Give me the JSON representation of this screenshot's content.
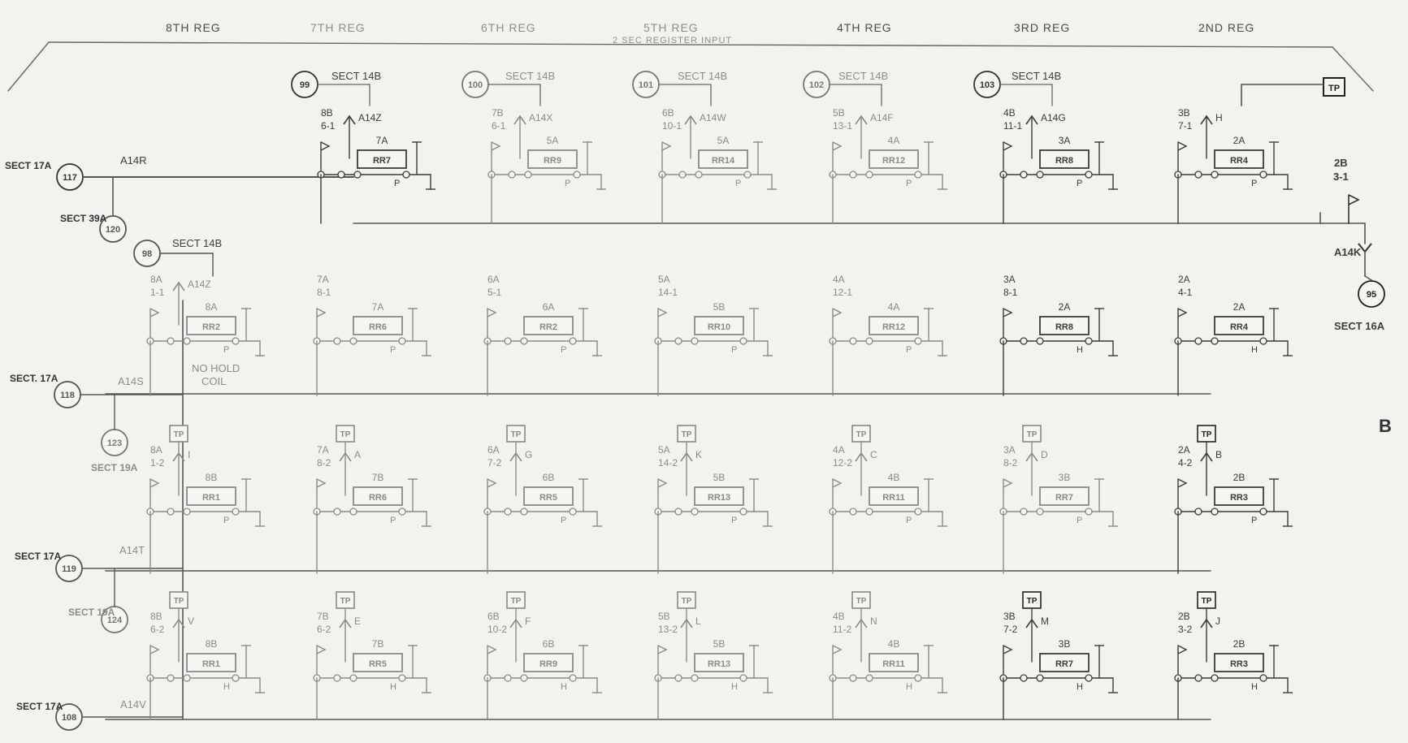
{
  "header": {
    "regs": [
      "8TH REG",
      "7TH REG",
      "6TH REG",
      "5TH REG",
      "4TH REG",
      "3RD REG",
      "2ND REG"
    ],
    "subtitle": "2 SEC REGISTER INPUT"
  },
  "sheet_letter": "B",
  "sect_14b": "SECT 14B",
  "sect_14b_circles": [
    "99",
    "100",
    "101",
    "102",
    "103"
  ],
  "tp": "TP",
  "left_sects": [
    {
      "label": "SECT 17A",
      "circle": "117",
      "tap": "A14R"
    },
    {
      "label": "SECT 39A",
      "circle": "120"
    },
    {
      "label": "SECT 14B",
      "circle": "98"
    },
    {
      "label": "SECT. 17A",
      "circle": "118",
      "tap": "A14S"
    },
    {
      "label": "SECT 19A",
      "circle": "123"
    },
    {
      "label": "SECT 17A",
      "circle": "119",
      "tap": "A14T"
    },
    {
      "label": "SECT 19A",
      "circle": "124"
    },
    {
      "label": "SECT 17A",
      "circle": "108",
      "tap": "A14V"
    }
  ],
  "right_side": {
    "tap": "A14K",
    "circle": "95",
    "sect": "SECT 16A",
    "contact": [
      "2B",
      "3-1"
    ]
  },
  "no_hold": [
    "NO HOLD",
    "COIL"
  ],
  "row1": [
    {
      "top": "8B",
      "sub": "6-1",
      "tap": "A14Z",
      "relay_top": "7A",
      "relay": "RR7"
    },
    {
      "top": "7B",
      "sub": "6-1",
      "tap": "A14X",
      "relay_top": "5A",
      "relay": "RR9"
    },
    {
      "top": "6B",
      "sub": "10-1",
      "tap": "A14W",
      "relay_top": "5A",
      "relay": "RR14"
    },
    {
      "top": "5B",
      "sub": "13-1",
      "tap": "A14F",
      "relay_top": "4A",
      "relay": "RR12"
    },
    {
      "top": "4B",
      "sub": "11-1",
      "tap": "A14G",
      "relay_top": "3A",
      "relay": "RR8"
    },
    {
      "top": "3B",
      "sub": "7-1",
      "tap": "H",
      "relay_top": "2A",
      "relay": "RR4"
    }
  ],
  "row2": [
    {
      "top": "8A",
      "sub": "1-1",
      "tap": "A14Z",
      "relay_top": "8A",
      "relay": "RR2"
    },
    {
      "top": "7A",
      "sub": "8-1",
      "relay_top": "7A",
      "relay": "RR6"
    },
    {
      "top": "6A",
      "sub": "5-1",
      "relay_top": "6A",
      "relay": "RR2"
    },
    {
      "top": "5A",
      "sub": "14-1",
      "relay_top": "5B",
      "relay": "RR10"
    },
    {
      "top": "4A",
      "sub": "12-1",
      "relay_top": "4A",
      "relay": "RR12"
    },
    {
      "top": "3A",
      "sub": "8-1",
      "relay_top": "2A",
      "relay": "RR8"
    },
    {
      "top": "2A",
      "sub": "4-1",
      "relay_top": "2A",
      "relay": "RR4"
    }
  ],
  "row3": [
    {
      "top": "8A",
      "sub": "1-2",
      "tap": "I",
      "relay_top": "8B",
      "relay": "RR1"
    },
    {
      "top": "7A",
      "sub": "8-2",
      "tap": "A",
      "relay_top": "7B",
      "relay": "RR6"
    },
    {
      "top": "6A",
      "sub": "7-2",
      "tap": "G",
      "relay_top": "6B",
      "relay": "RR5"
    },
    {
      "top": "5A",
      "sub": "14-2",
      "tap": "K",
      "relay_top": "5B",
      "relay": "RR13"
    },
    {
      "top": "4A",
      "sub": "12-2",
      "tap": "C",
      "relay_top": "4B",
      "relay": "RR11"
    },
    {
      "top": "3A",
      "sub": "8-2",
      "tap": "D",
      "relay_top": "3B",
      "relay": "RR7"
    },
    {
      "top": "2A",
      "sub": "4-2",
      "tap": "B",
      "relay_top": "2B",
      "relay": "RR3"
    }
  ],
  "row4": [
    {
      "top": "8B",
      "sub": "6-2",
      "tap": "V",
      "relay_top": "8B",
      "relay": "RR1"
    },
    {
      "top": "7B",
      "sub": "6-2",
      "tap": "E",
      "relay_top": "7B",
      "relay": "RR5"
    },
    {
      "top": "6B",
      "sub": "10-2",
      "tap": "F",
      "relay_top": "6B",
      "relay": "RR9"
    },
    {
      "top": "5B",
      "sub": "13-2",
      "tap": "L",
      "relay_top": "5B",
      "relay": "RR13"
    },
    {
      "top": "4B",
      "sub": "11-2",
      "tap": "N",
      "relay_top": "4B",
      "relay": "RR11"
    },
    {
      "top": "3B",
      "sub": "7-2",
      "tap": "M",
      "relay_top": "3B",
      "relay": "RR7"
    },
    {
      "top": "2B",
      "sub": "3-2",
      "tap": "J",
      "relay_top": "2B",
      "relay": "RR3"
    }
  ],
  "coil_letters": [
    "P",
    "H"
  ]
}
